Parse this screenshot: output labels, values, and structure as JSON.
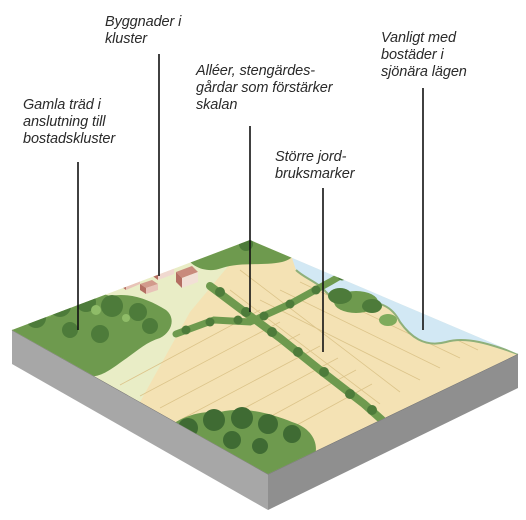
{
  "labels": {
    "buildings": [
      "Byggnader i",
      "kluster"
    ],
    "old_trees": [
      "Gamla träd i",
      "anslutning till",
      "bostadskluster"
    ],
    "avenues": [
      "Alléer, stengärdes-",
      "gårdar som förstärker",
      "skalan"
    ],
    "farmland": [
      "Större jord-",
      "bruksmarker"
    ],
    "lakeside": [
      "Vanligt med",
      "bostäder i",
      "sjönära lägen"
    ]
  },
  "colors": {
    "field": "#f4e2b4",
    "field_line": "#dcc48a",
    "vegetation": "#6e9a4e",
    "vegetation_dark": "#3f6b33",
    "water": "#d2e8f4",
    "block_side": "#a9a9a9",
    "block_front": "#8c8c8c",
    "leader_line": "#111111",
    "text": "#2a2a2a"
  }
}
